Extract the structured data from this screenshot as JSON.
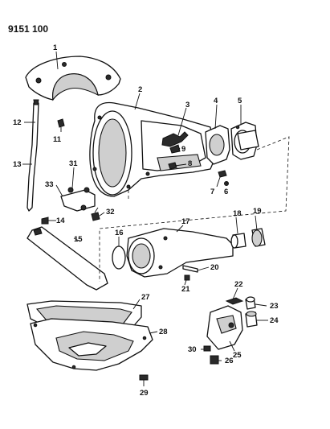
{
  "document_id": "9151 100",
  "callouts": [
    "1",
    "2",
    "3",
    "4",
    "5",
    "6",
    "7",
    "8",
    "9",
    "11",
    "12",
    "13",
    "14",
    "15",
    "16",
    "17",
    "18",
    "19",
    "20",
    "21",
    "22",
    "23",
    "24",
    "25",
    "26",
    "27",
    "28",
    "29",
    "30",
    "31",
    "32",
    "33"
  ]
}
